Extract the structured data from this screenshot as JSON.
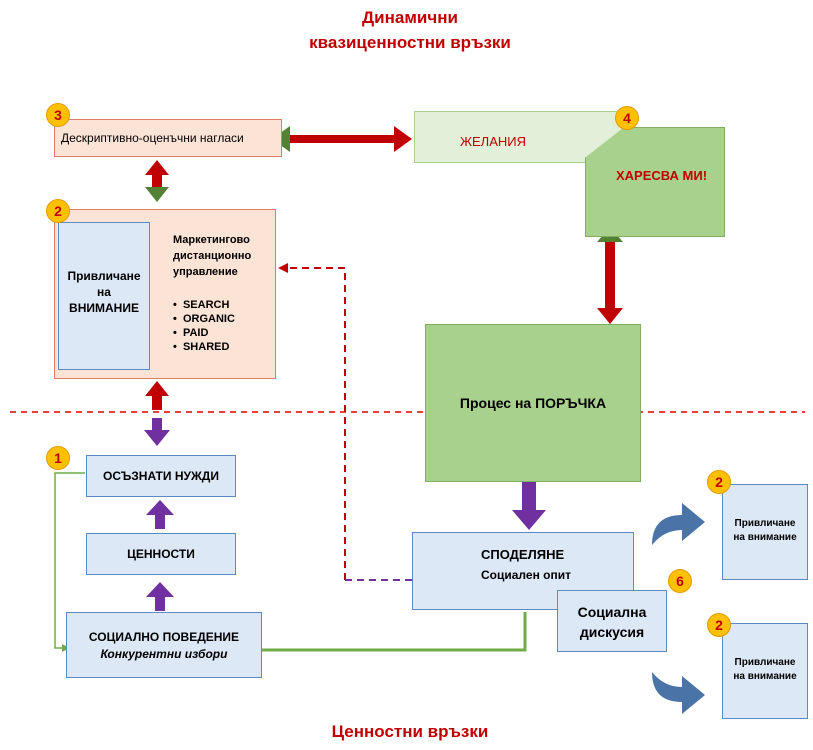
{
  "titles": {
    "top_line1": "Динамични",
    "top_line2": "квазиценностни връзки",
    "bottom": "Ценностни връзки"
  },
  "badges": {
    "b1": "1",
    "b2": "2",
    "b3": "3",
    "b4": "4",
    "b6": "6",
    "b2a": "2",
    "b2b": "2"
  },
  "boxes": {
    "descriptive": "Дескриптивно-оценъчни нагласи",
    "wishes": "ЖЕЛАНИЯ",
    "likes": "ХАРЕСВА МИ!",
    "attract_line1": "Привличане",
    "attract_line2": "на",
    "attract_line3": "ВНИМАНИЕ",
    "marketing": "Маркетингово дистанционно управление",
    "bullets": [
      "SEARCH",
      "ORGANIC",
      "PAID",
      "SHARED"
    ],
    "order": "Процес на ПОРЪЧКА",
    "needs": "ОСЪЗНАТИ НУЖДИ",
    "values": "ЦЕННОСТИ",
    "social_behavior": "СОЦИАЛНО ПОВЕДЕНИЕ",
    "competing": "Конкурентни избори",
    "sharing": "СПОДЕЛЯНЕ",
    "social_exp": "Социален опит",
    "social_disc_line1": "Социална",
    "social_disc_line2": "дискусия",
    "attention_a_line1": "Привличане",
    "attention_a_line2": "на внимание",
    "attention_b_line1": "Привличане",
    "attention_b_line2": "на внимание"
  },
  "colors": {
    "red": "#c00000",
    "purple": "#7030a0",
    "green": "#70ad47",
    "blue_arrow": "#4a74a8"
  }
}
